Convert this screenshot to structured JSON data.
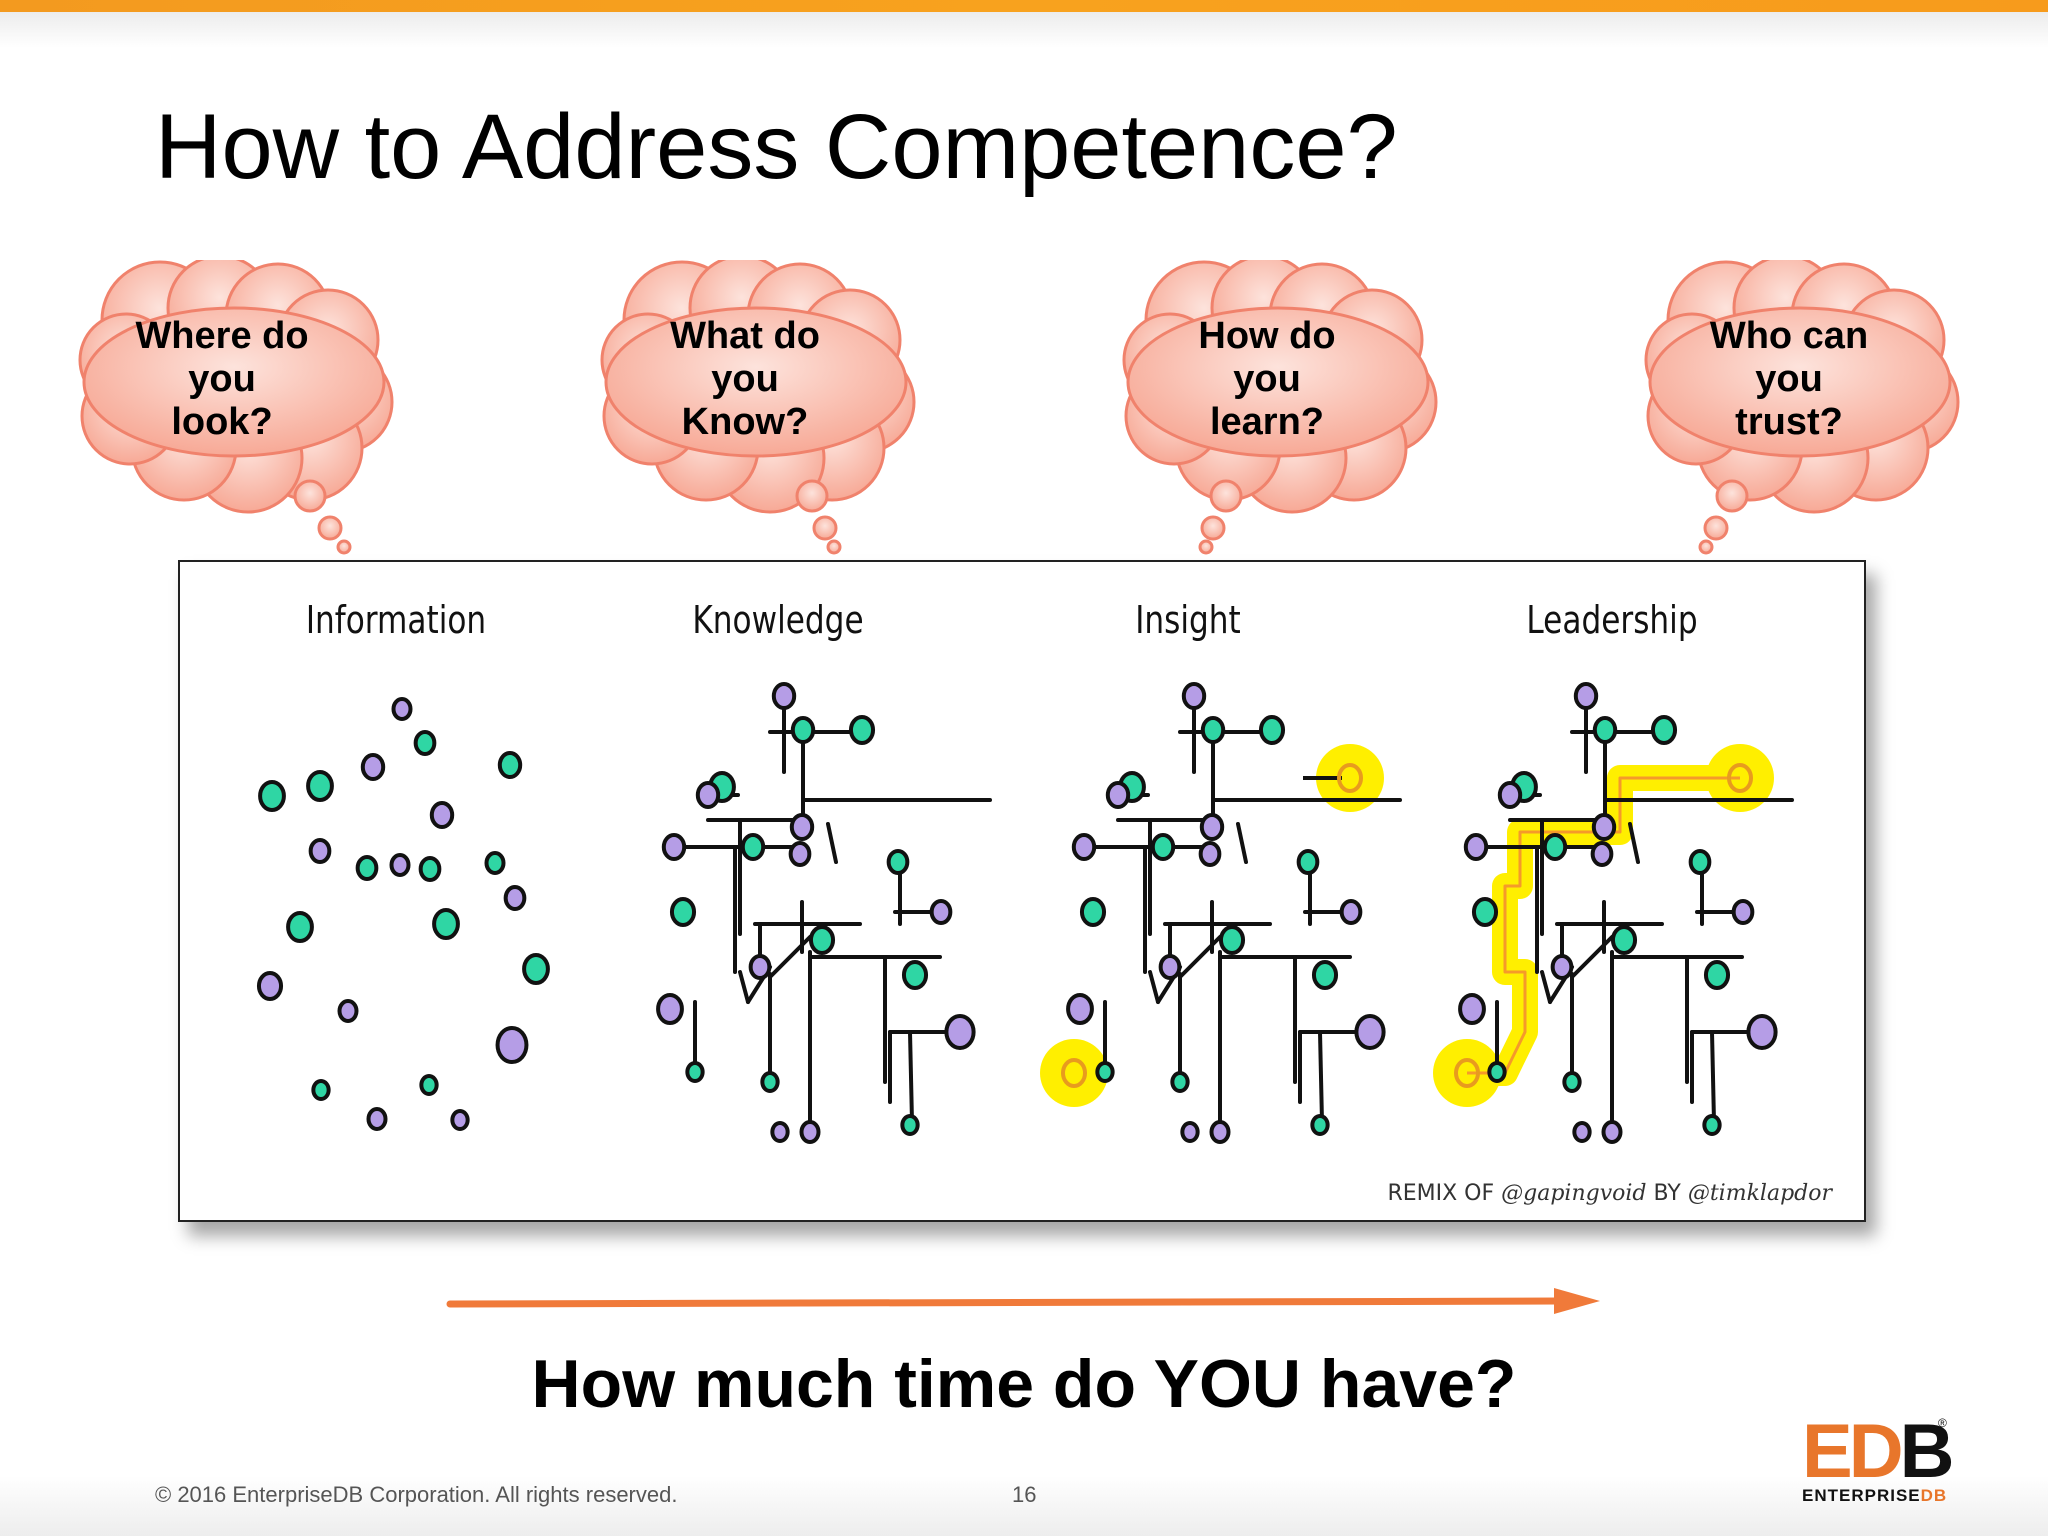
{
  "slide": {
    "title": "How to Address Competence?",
    "question": "How much time do YOU have?",
    "footer_copyright": "© 2016 EnterpriseDB Corporation. All rights reserved.",
    "page_number": "16"
  },
  "thought_bubbles": [
    {
      "line1": "Where do",
      "line2": "you",
      "line3": "look?"
    },
    {
      "line1": "What do",
      "line2": "you",
      "line3": "Know?"
    },
    {
      "line1": "How do",
      "line2": "you",
      "line3": "learn?"
    },
    {
      "line1": "Who can",
      "line2": "you",
      "line3": "trust?"
    }
  ],
  "stages": [
    {
      "label": "Information"
    },
    {
      "label": "Knowledge"
    },
    {
      "label": "Insight"
    },
    {
      "label": "Leadership"
    }
  ],
  "credit": {
    "prefix": "REMIX OF",
    "author1": "@gapingvoid",
    "by": "BY",
    "author2": "@timklapdor"
  },
  "logo": {
    "mark_ed": "ED",
    "mark_b": "B",
    "registered": "®",
    "sub_enterprise": "ENTERPRISE",
    "sub_db": "DB"
  },
  "colors": {
    "accent_bar": "#f39a1f",
    "cloud_fill": "#f9bdb0",
    "cloud_stroke": "#f0826c",
    "node_green": "#2fd6a4",
    "node_purple": "#b59de6",
    "highlight": "#ffef00",
    "arrow": "#f07a3a"
  }
}
